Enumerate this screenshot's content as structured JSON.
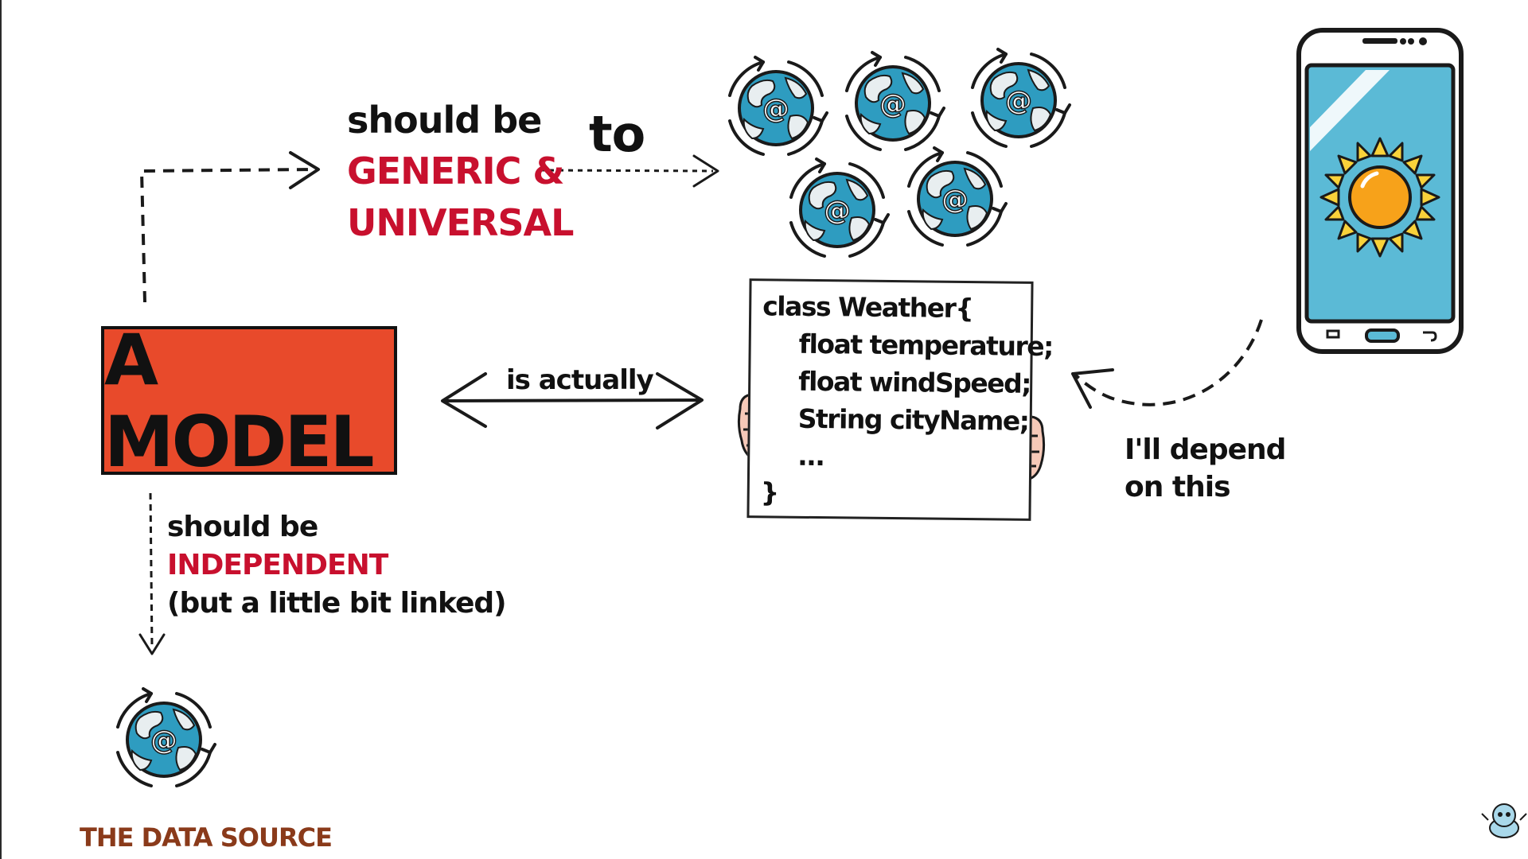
{
  "labels": {
    "should_be_top": "should be",
    "generic": "GENERIC &",
    "universal": "UNIVERSAL",
    "to": "to",
    "model": "A MODEL",
    "is_actually": "is actually",
    "should_be_bottom": "should be",
    "independent": "INDEPENDENT",
    "linked": "(but a little bit linked)",
    "depend_1": "I'll depend",
    "depend_2": "on this",
    "data_source": "THE DATA SOURCE"
  },
  "code": {
    "line1": "class Weather{",
    "line2": "float temperature;",
    "line3": "float windSpeed;",
    "line4": "String cityName;",
    "line5": "...",
    "line6": "}"
  },
  "icons": {
    "globe": "at-sign-globe-icon",
    "phone": "smartphone-sun-icon",
    "mascot": "mascot-icon"
  },
  "colors": {
    "model_fill": "#e84a2b",
    "accent_red": "#c8102e",
    "source_brown": "#8a3a1a",
    "globe_ocean": "#2e9cc0",
    "phone_screen": "#5bbad6",
    "sun": "#f7a21a"
  }
}
